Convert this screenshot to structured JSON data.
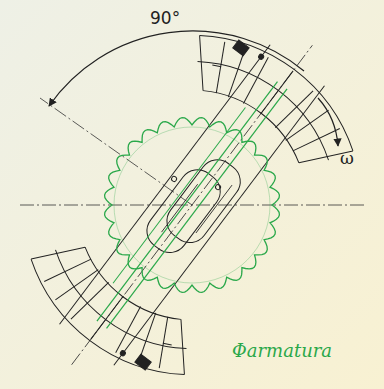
{
  "diagram": {
    "labels": [
      "90°",
      "ω",
      "Φarmatura"
    ]
  }
}
